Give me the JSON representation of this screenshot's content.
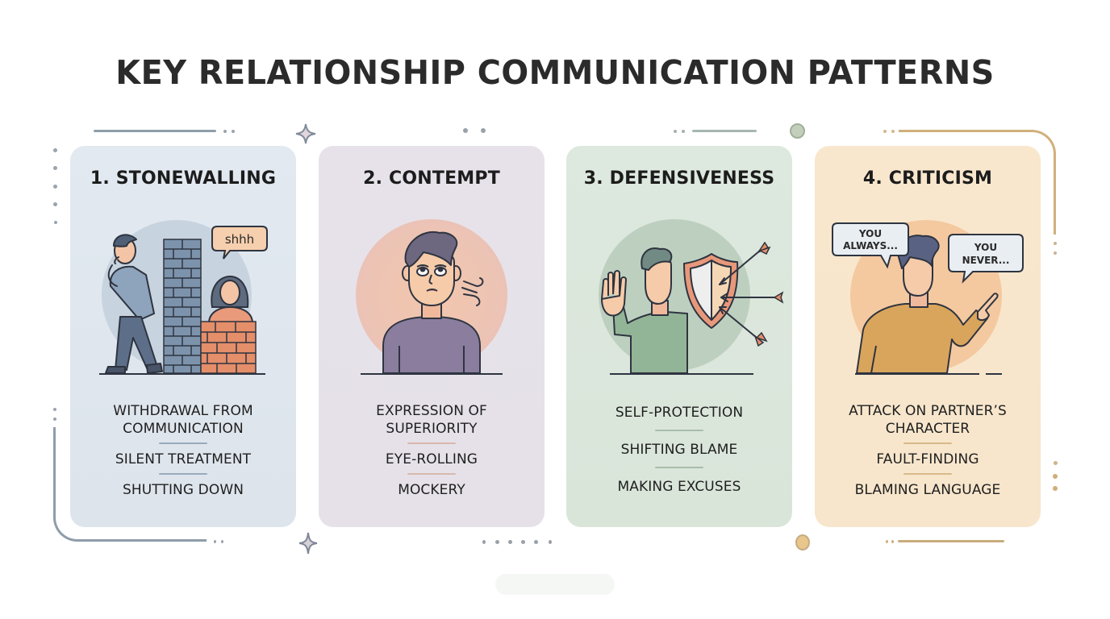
{
  "title": "KEY RELATIONSHIP COMMUNICATION PATTERNS",
  "cards": [
    {
      "number": "1",
      "title": "1. STONEWALLING",
      "illustration": "person-walking-away-behind-brick-wall",
      "speech_bubbles": [
        "shhh"
      ],
      "items": [
        "WITHDRAWAL FROM COMMUNICATION",
        "SILENT TREATMENT",
        "SHUTTING DOWN"
      ],
      "bg_color": "#e0e7ee",
      "accent_color": "#9aabbb"
    },
    {
      "number": "2",
      "title": "2. CONTEMPT",
      "illustration": "person-eye-rolling-sighing",
      "speech_bubbles": [],
      "items": [
        "EXPRESSION OF SUPERIORITY",
        "EYE-ROLLING",
        "MOCKERY"
      ],
      "bg_color": "#e7e2ea",
      "accent_color": "#d8b9ad"
    },
    {
      "number": "3",
      "title": "3. DEFENSIVENESS",
      "illustration": "person-with-shield-blocking-arrows",
      "speech_bubbles": [],
      "items": [
        "SELF-PROTECTION",
        "SHIFTING BLAME",
        "MAKING EXCUSES"
      ],
      "bg_color": "#dbe6dc",
      "accent_color": "#a8bdac"
    },
    {
      "number": "4",
      "title": "4. CRITICISM",
      "illustration": "person-pointing-finger",
      "speech_bubbles": [
        "YOU ALWAYS...",
        "YOU NEVER..."
      ],
      "items": [
        "ATTACK ON PARTNER’S CHARACTER",
        "FAULT-FINDING",
        "BLAMING LANGUAGE"
      ],
      "bg_color": "#f8e7cd",
      "accent_color": "#d9b98a"
    }
  ]
}
